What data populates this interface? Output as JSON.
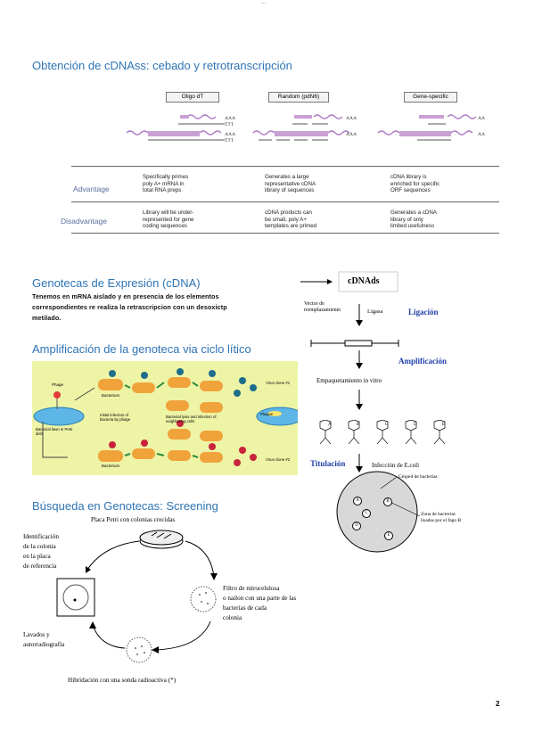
{
  "header_mark": "...",
  "page_number": "2",
  "sections": {
    "s1_title": "Obtención de cDNAss: cebado y retrotranscripción",
    "s2_title": "Genotecas de Expresión (cDNA)",
    "s2_text_line1": "Tenemos en mRNA aislado y en presencia de los elementos",
    "s2_text_line2": "correspondientes re realiza la retrascripcion con un desoxictp",
    "s2_text_line3": "metilado.",
    "s3_title": "Amplificación de la genoteca via ciclo lítico",
    "s4_title": "Búsqueda en Genotecas: Screening"
  },
  "priming_table": {
    "headers": [
      "Oligo dT",
      "Random (pdN6)",
      "Gene-specific"
    ],
    "row_advantage_label": "Advantage",
    "row_disadvantage_label": "Disadvantage",
    "advantage": [
      [
        "Specifically primes",
        "poly A+ mRNA in",
        "total RNA preps"
      ],
      [
        "Generates a large",
        "representative cDNA",
        "library of sequences"
      ],
      [
        "cDNA library is",
        "enriched for specific",
        "ORF sequences"
      ]
    ],
    "disadvantage": [
      [
        "Library will be under-",
        "represented for gene",
        "coding sequences"
      ],
      [
        "cDNA products can",
        "be small, poly A+",
        "templates are primed"
      ],
      [
        "Generates a cDNA",
        "library of only",
        "limited usefulness"
      ]
    ],
    "seq_labels": {
      "aaa": "AAA",
      "ttt": "TTT"
    }
  },
  "cdna_diagram": {
    "title": "cDNAds",
    "vector_label_1": "Vector de",
    "vector_label_2": "reemplazamiento",
    "ligase": "Ligasa",
    "ligation": "Ligación",
    "amplification": "Amplificación",
    "packaging": "Empaquetamiento in vitro",
    "packaging_underlined": "in vitro",
    "phage_letters": [
      "A",
      "B",
      "C",
      "D",
      "E"
    ],
    "titration": "Titulación",
    "infection": "Infección de E.coli",
    "lawn": "Césped de bacterias",
    "lysis_zone_1": "Zona de bacterias",
    "lysis_zone_2": "lisadas por el fago B",
    "plaques": [
      "A",
      "C",
      "D",
      "E",
      "B"
    ]
  },
  "lytic_diagram": {
    "phage": "Phage",
    "bacterium_1": "Bacterium",
    "bacterium_2": "Bacterium",
    "initial_infection": "Initial infection of bacteria by phage",
    "bacterial_lysis": "Bacterial lysis and infection of neighboring cells",
    "bacterial_lawn": "Bacterial lawn in Petri dish",
    "plaque": "Plaque",
    "virus_clone_1": "Virus clone #1",
    "virus_clone_2": "Virus clone #2"
  },
  "screening_diagram": {
    "petri": "Placa Petri con colonias crecidas",
    "ident_1": "Identificación",
    "ident_2": "de la colonia",
    "ident_3": "en la placa",
    "ident_4": "de referencia",
    "filter_1": "Filtro de nitrocelulosa",
    "filter_2": "o nailon con una parte de las",
    "filter_3": "bacterias de cada",
    "filter_4": "colonia",
    "wash_1": "Lavados y",
    "wash_2": "autorradiografía",
    "hybrid": "Hibridación con una sonda radioactiva (*)"
  },
  "colors": {
    "heading_blue": "#2e74b5",
    "table_purple": "#c9a0d3",
    "diagram_blue": "#1f3fa8",
    "lytic_bg": "#eef4a6",
    "bacterium_orange": "#f1a33b"
  }
}
